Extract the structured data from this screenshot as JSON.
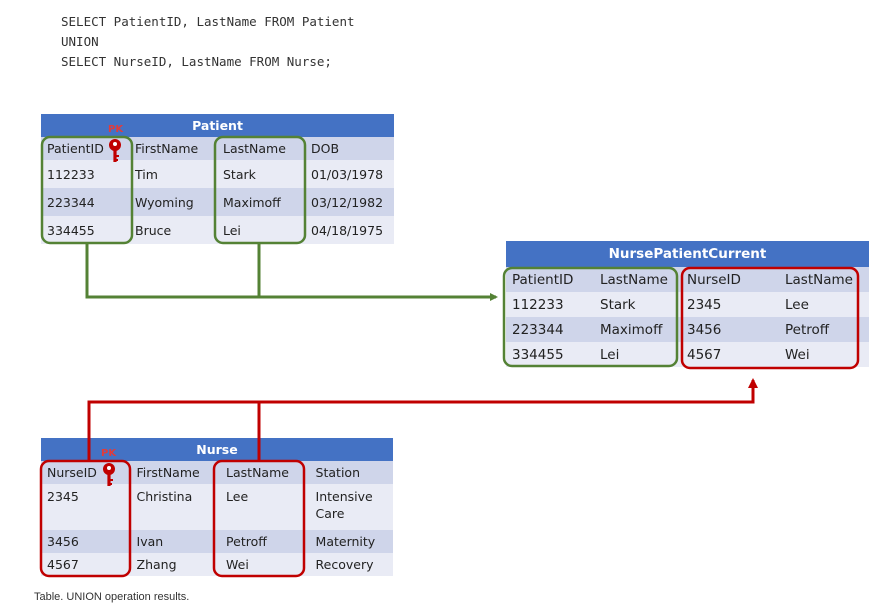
{
  "sql": {
    "line1": "SELECT PatientID, LastName FROM Patient",
    "line2": "UNION",
    "line3": "SELECT NurseID, LastName FROM Nurse;"
  },
  "patient": {
    "title": "Patient",
    "pk": "PK",
    "headers": [
      "PatientID",
      "FirstName",
      "LastName",
      "DOB"
    ],
    "rows": [
      [
        "112233",
        "Tim",
        "Stark",
        "01/03/1978"
      ],
      [
        "223344",
        "Wyoming",
        "Maximoff",
        "03/12/1982"
      ],
      [
        "334455",
        "Bruce",
        "Lei",
        "04/18/1975"
      ]
    ]
  },
  "nurse_patient_current": {
    "title": "NursePatientCurrent",
    "headers": [
      "PatientID",
      "LastName",
      "NurseID",
      "LastName"
    ],
    "rows": [
      [
        "112233",
        "Stark",
        "2345",
        "Lee"
      ],
      [
        "223344",
        "Maximoff",
        "3456",
        "Petroff"
      ],
      [
        "334455",
        "Lei",
        "4567",
        "Wei"
      ]
    ]
  },
  "nurse": {
    "title": "Nurse",
    "pk": "PK",
    "headers": [
      "NurseID",
      "FirstName",
      "LastName",
      "Station"
    ],
    "rows": [
      [
        "2345",
        "Christina",
        "Lee",
        "Intensive Care"
      ],
      [
        "3456",
        "Ivan",
        "Petroff",
        "Maternity"
      ],
      [
        "4567",
        "Zhang",
        "Wei",
        "Recovery"
      ]
    ]
  },
  "caption": "Table. UNION operation results.",
  "colors": {
    "title_bar": "#4472c4",
    "row_dark": "#cfd5ea",
    "row_light": "#e9ebf5",
    "green": "#548235",
    "red": "#c00000",
    "pk_red": "#e03c3c"
  },
  "icons": [
    "key-icon",
    "arrow-right-icon",
    "arrow-up-icon"
  ]
}
